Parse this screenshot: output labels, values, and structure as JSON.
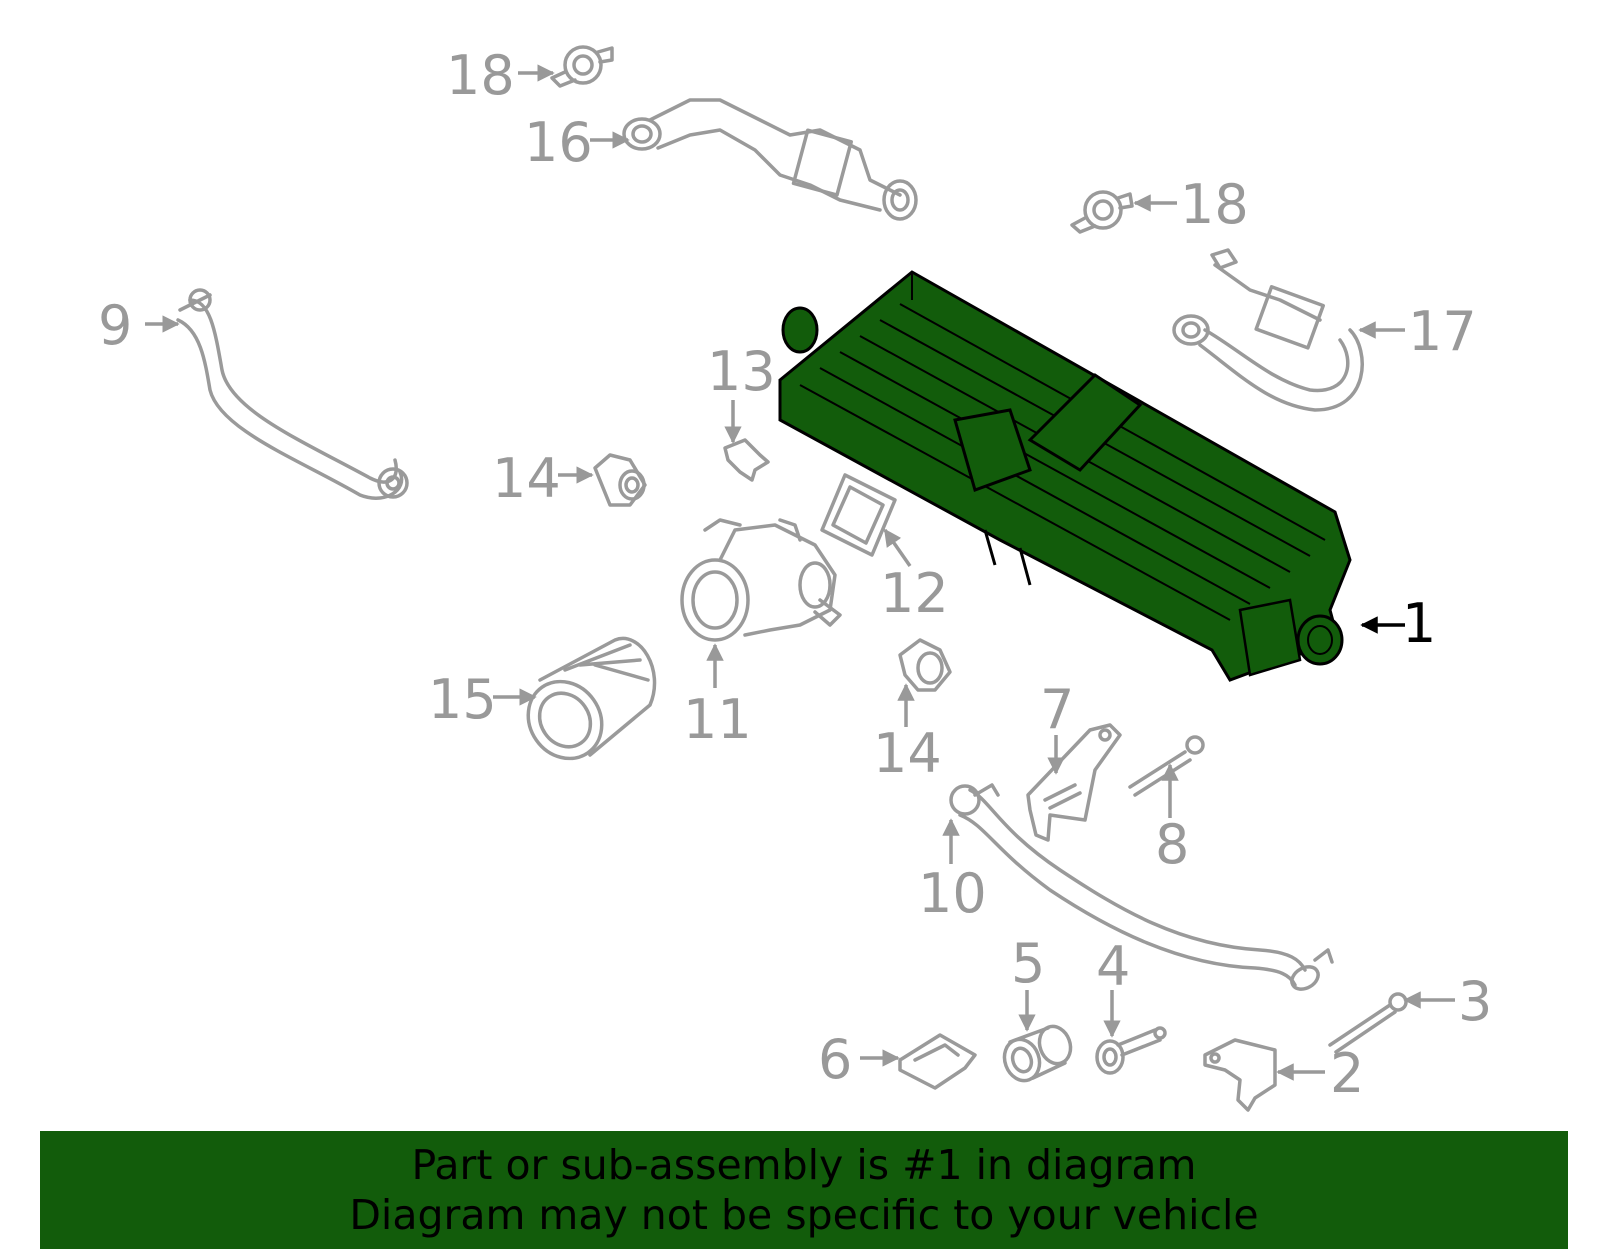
{
  "colors": {
    "highlight": "#125c0b",
    "banner": "#125c0b",
    "part_line": "#9a9a9a",
    "label": "#999999",
    "active_label": "#000000"
  },
  "callouts": {
    "c1": "1",
    "c2": "2",
    "c3": "3",
    "c4": "4",
    "c5": "5",
    "c6": "6",
    "c7": "7",
    "c8": "8",
    "c9": "9",
    "c10": "10",
    "c11": "11",
    "c12": "12",
    "c13": "13",
    "c14a": "14",
    "c14b": "14",
    "c15": "15",
    "c16": "16",
    "c17": "17",
    "c18a": "18",
    "c18b": "18"
  },
  "banner": {
    "line1": "Part or sub-assembly is #1 in diagram",
    "line2": "Diagram may not be specific to your vehicle"
  }
}
